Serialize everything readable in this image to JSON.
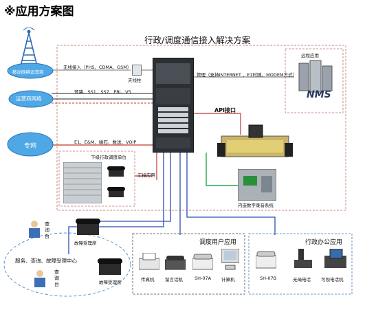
{
  "heading": "※应用方案图",
  "title": "行政/调度通信接入解决方案",
  "nodes": {
    "mobile": "移动网络运营商",
    "carrier": "运营商网络",
    "private_net": "专网",
    "antenna": "天线柱",
    "remote_box": "远程应用",
    "nms": "NMS",
    "lower_unit": "下级行政调度单位",
    "recorder": "内嵌数字录音系统",
    "console_hint": "API接口"
  },
  "links": {
    "wireless": "无线接入（PHS、CDMA、GSM）",
    "relay": "环路、SS1、SS7、PRI、V5",
    "e1": "E1、E&M、磁石、数送、VOIP",
    "mgmt": "管理（支持INTERNET 、E1时隙、MODEM方式）",
    "api": "API接口",
    "tie": "汇接应用"
  },
  "service": {
    "center": "服务、查询、故障受理中心",
    "query_v": "查询台",
    "seat1": "故障受理席",
    "seat2": "故障受理席"
  },
  "dispatch": {
    "title": "调度用户应用",
    "devices": [
      "传真机",
      "留言话机",
      "SH-07A",
      "计算机"
    ]
  },
  "office": {
    "title": "行政办公应用",
    "devices": [
      "SH-07B",
      "无绳电话",
      "可视电话机"
    ]
  }
}
